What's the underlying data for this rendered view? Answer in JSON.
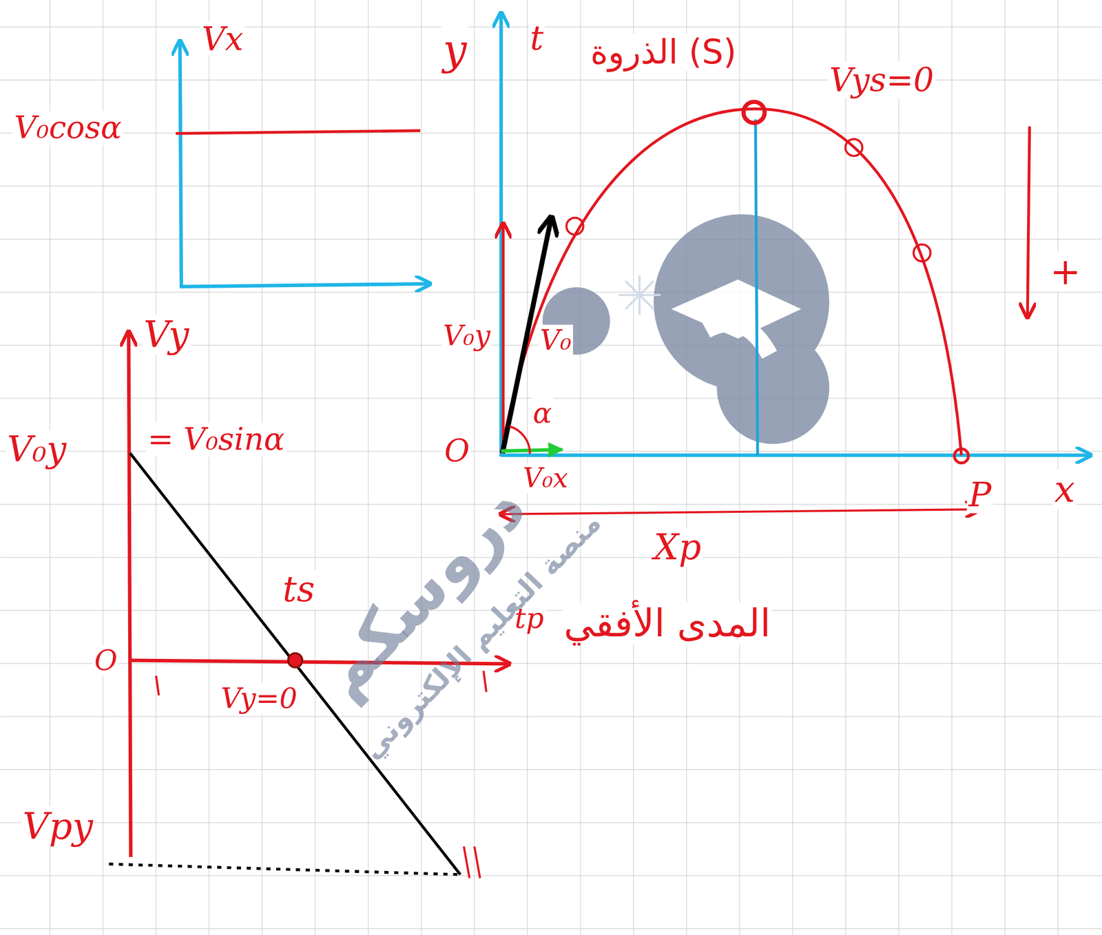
{
  "diagram": {
    "labels": [
      "Vx",
      "V₀cosα",
      "y",
      "t",
      "الذروة (S)",
      "Vys=0",
      "+",
      "V₀y",
      "V₀",
      "α",
      "O",
      "V₀x",
      "P",
      "x",
      "Xp",
      "المدى الأفقي",
      "Vy",
      "V₀y",
      "= V₀sinα",
      "O",
      "ts",
      "tp",
      "Vy=0",
      "Vpy",
      "دروسكم",
      "منصة التعليم الإلكتروني"
    ]
  }
}
